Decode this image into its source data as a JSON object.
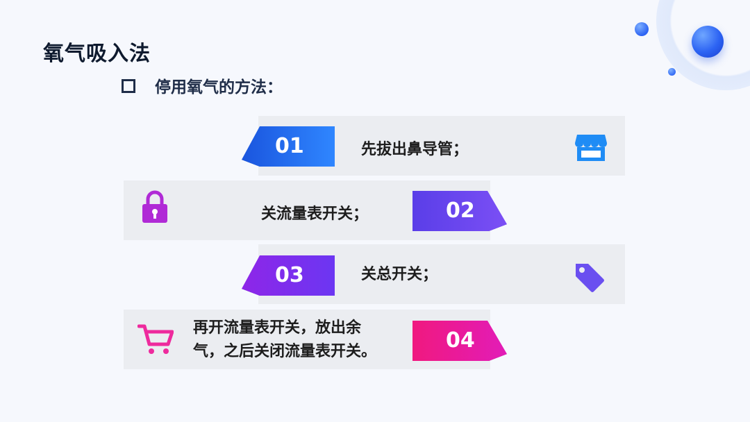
{
  "title": "氧气吸入法",
  "subtitle": "停用氧气的方法：",
  "steps": [
    {
      "number": "01",
      "text": "先拔出鼻导管；",
      "icon": "store-icon",
      "color": "#1f6ef0"
    },
    {
      "number": "02",
      "text": "关流量表开关；",
      "icon": "lock-icon",
      "color": "#6a3ef2"
    },
    {
      "number": "03",
      "text": "关总开关；",
      "icon": "tag-icon",
      "color": "#8e2ef0"
    },
    {
      "number": "04",
      "text_line1": "再开流量表开关，放出余",
      "text_line2": "气，之后关闭流量表开关。",
      "icon": "cart-icon",
      "color": "#e61c9a"
    }
  ]
}
